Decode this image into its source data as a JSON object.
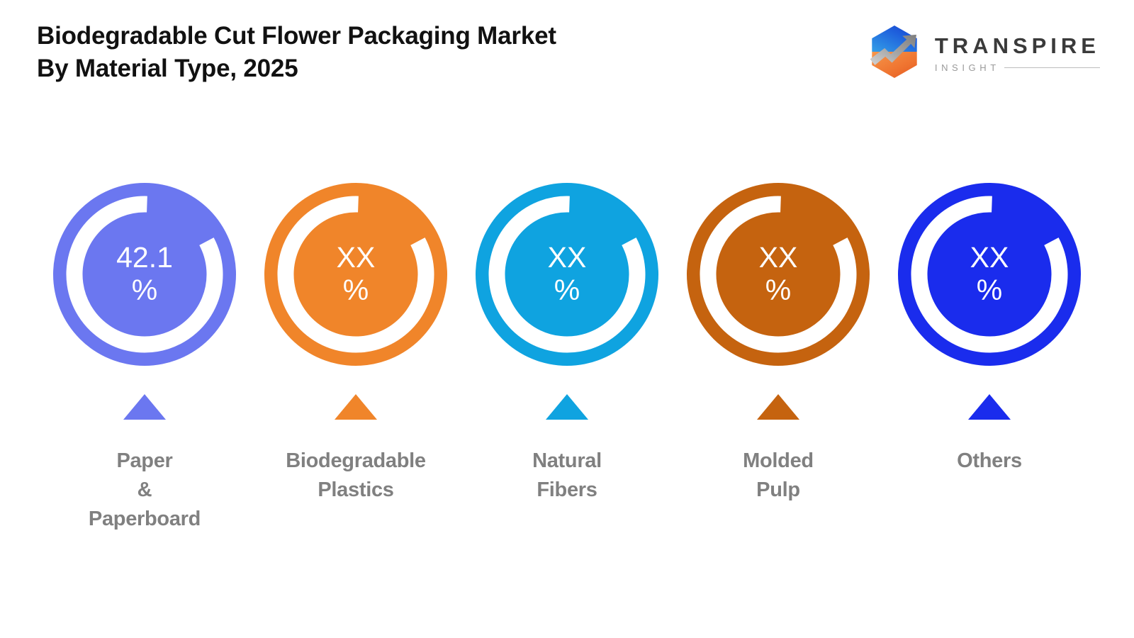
{
  "header": {
    "title": "Biodegradable Cut Flower Packaging Market\nBy Material Type, 2025",
    "logo": {
      "wordmark": "TRANSPIRE",
      "tagline": "INSIGHT",
      "mark_name": "transpire-hex-arrow-logo",
      "colors": {
        "blue_light": "#2e9bdc",
        "blue_dark": "#1a3fd0",
        "orange_light": "#f5893d",
        "orange_dark": "#e1561f",
        "arrow_gray": "#9b9b9b",
        "word_gray": "#3a3a3a",
        "tagline_gray": "#9a9a9a"
      }
    }
  },
  "chart_data": {
    "type": "pie",
    "title": "Biodegradable Cut Flower Packaging Market By Material Type, 2025",
    "subtitle": "",
    "xlabel": "",
    "ylabel": "",
    "legend_position": "below",
    "grid": false,
    "unit": "%",
    "categories": [
      "Paper\n&\nPaperboard",
      "Biodegradable\nPlastics",
      "Natural\nFibers",
      "Molded\nPulp",
      "Others"
    ],
    "value_labels": [
      "42.1\n%",
      "XX\n%",
      "XX\n%",
      "XX\n%",
      "XX\n%"
    ],
    "values": [
      42.1,
      null,
      null,
      null,
      null
    ],
    "colors": [
      "#6b77f0",
      "#f0852a",
      "#0fa3e0",
      "#c5630f",
      "#1a2ced"
    ],
    "ring": {
      "arc_start_deg": 2,
      "arc_sweep_deg": 300,
      "direction": "counterclockwise"
    },
    "segments": [
      {
        "label": "Paper\n&\nPaperboard",
        "value_label": "42.1\n%",
        "value": 42.1,
        "color": "#6b77f0",
        "pointer": "triangle-up"
      },
      {
        "label": "Biodegradable\nPlastics",
        "value_label": "XX\n%",
        "value": null,
        "color": "#f0852a",
        "pointer": "triangle-up"
      },
      {
        "label": "Natural\nFibers",
        "value_label": "XX\n%",
        "value": null,
        "color": "#0fa3e0",
        "pointer": "triangle-up"
      },
      {
        "label": "Molded\nPulp",
        "value_label": "XX\n%",
        "value": null,
        "color": "#c5630f",
        "pointer": "triangle-up"
      },
      {
        "label": "Others",
        "value_label": "XX\n%",
        "value": null,
        "color": "#1a2ced",
        "pointer": "triangle-up"
      }
    ]
  }
}
